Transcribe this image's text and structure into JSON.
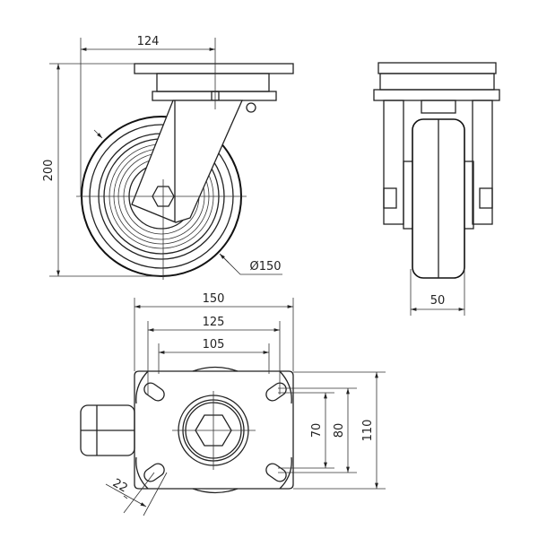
{
  "drawing": {
    "front_view": {
      "width_dim": "124",
      "height_dim": "200",
      "wheel_diameter": "Ø150"
    },
    "side_view": {
      "wheel_width_dim": "50"
    },
    "top_view": {
      "plate_length": "150",
      "hole_spacing_outer": "125",
      "hole_spacing_inner": "105",
      "hole_spacing_v_inner": "70",
      "hole_spacing_v_outer": "80",
      "plate_width": "110",
      "slot_length": "22"
    }
  },
  "colors": {
    "line": "#222222",
    "background": "#ffffff"
  }
}
